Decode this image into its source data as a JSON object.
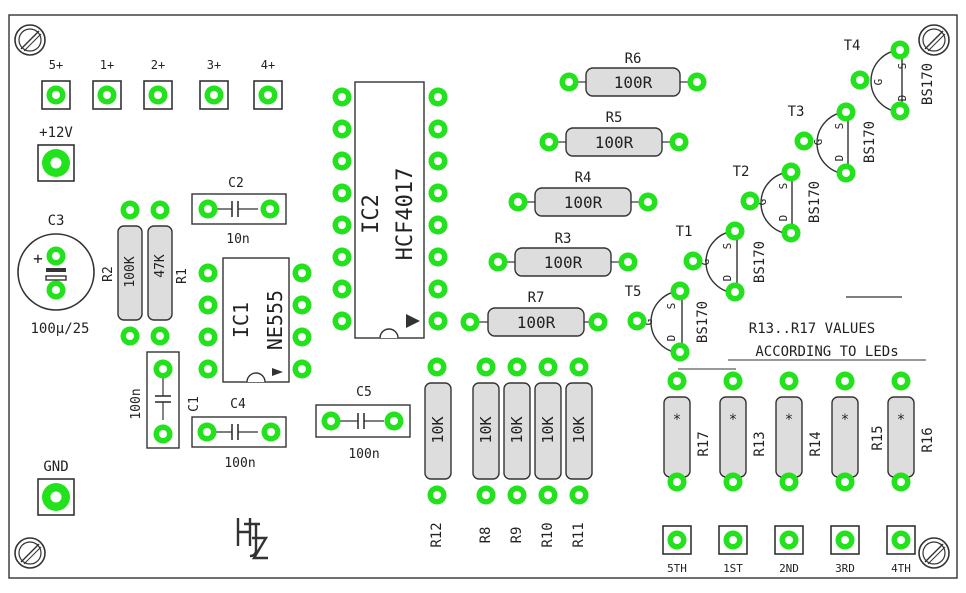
{
  "header_pads": {
    "p5": "5+",
    "p1": "1+",
    "p2": "2+",
    "p3": "3+",
    "p4": "4+"
  },
  "power": {
    "v12": "+12V",
    "gnd": "GND"
  },
  "c3": {
    "ref": "C3",
    "value": "100µ/25"
  },
  "c2": {
    "ref": "C2",
    "value": "10n"
  },
  "c4": {
    "ref": "C4",
    "value": "100n"
  },
  "c5": {
    "ref": "C5",
    "value": "100n"
  },
  "c1": {
    "ref": "C1",
    "value": "100n"
  },
  "r1": {
    "ref": "R1",
    "value": "47K"
  },
  "r2": {
    "ref": "R2",
    "value": "100K"
  },
  "ic1": {
    "ref": "IC1",
    "part": "NE555"
  },
  "ic2": {
    "ref": "IC2",
    "part": "HCF4017"
  },
  "resistors": {
    "r6": {
      "ref": "R6",
      "value": "100R"
    },
    "r5": {
      "ref": "R5",
      "value": "100R"
    },
    "r4": {
      "ref": "R4",
      "value": "100R"
    },
    "r3": {
      "ref": "R3",
      "value": "100R"
    },
    "r7": {
      "ref": "R7",
      "value": "100R"
    }
  },
  "vertical_resistors": {
    "r12": {
      "ref": "R12",
      "value": "10K"
    },
    "r8": {
      "ref": "R8",
      "value": "10K"
    },
    "r9": {
      "ref": "R9",
      "value": "10K"
    },
    "r10": {
      "ref": "R10",
      "value": "10K"
    },
    "r11": {
      "ref": "R11",
      "value": "10K"
    }
  },
  "transistors": {
    "part": "BS170",
    "pin_s": "S",
    "pin_g": "G",
    "pin_d": "D",
    "t1": "T1",
    "t2": "T2",
    "t3": "T3",
    "t4": "T4",
    "t5": "T5"
  },
  "led_note": {
    "line1": "R13..R17 VALUES",
    "line2": "ACCORDING TO LEDs"
  },
  "led_resistors": {
    "r17": "R17",
    "r13": "R13",
    "r14": "R14",
    "r15": "R15",
    "r16": "R16",
    "marker": "*"
  },
  "led_pads": {
    "l5": "5TH",
    "l1": "1ST",
    "l2": "2ND",
    "l3": "3RD",
    "l4": "4TH"
  },
  "colors": {
    "pad": "#22e21b",
    "outline": "#333333",
    "body": "#cccccc",
    "board_bg": "#ffffff"
  },
  "logo": "HJZ"
}
